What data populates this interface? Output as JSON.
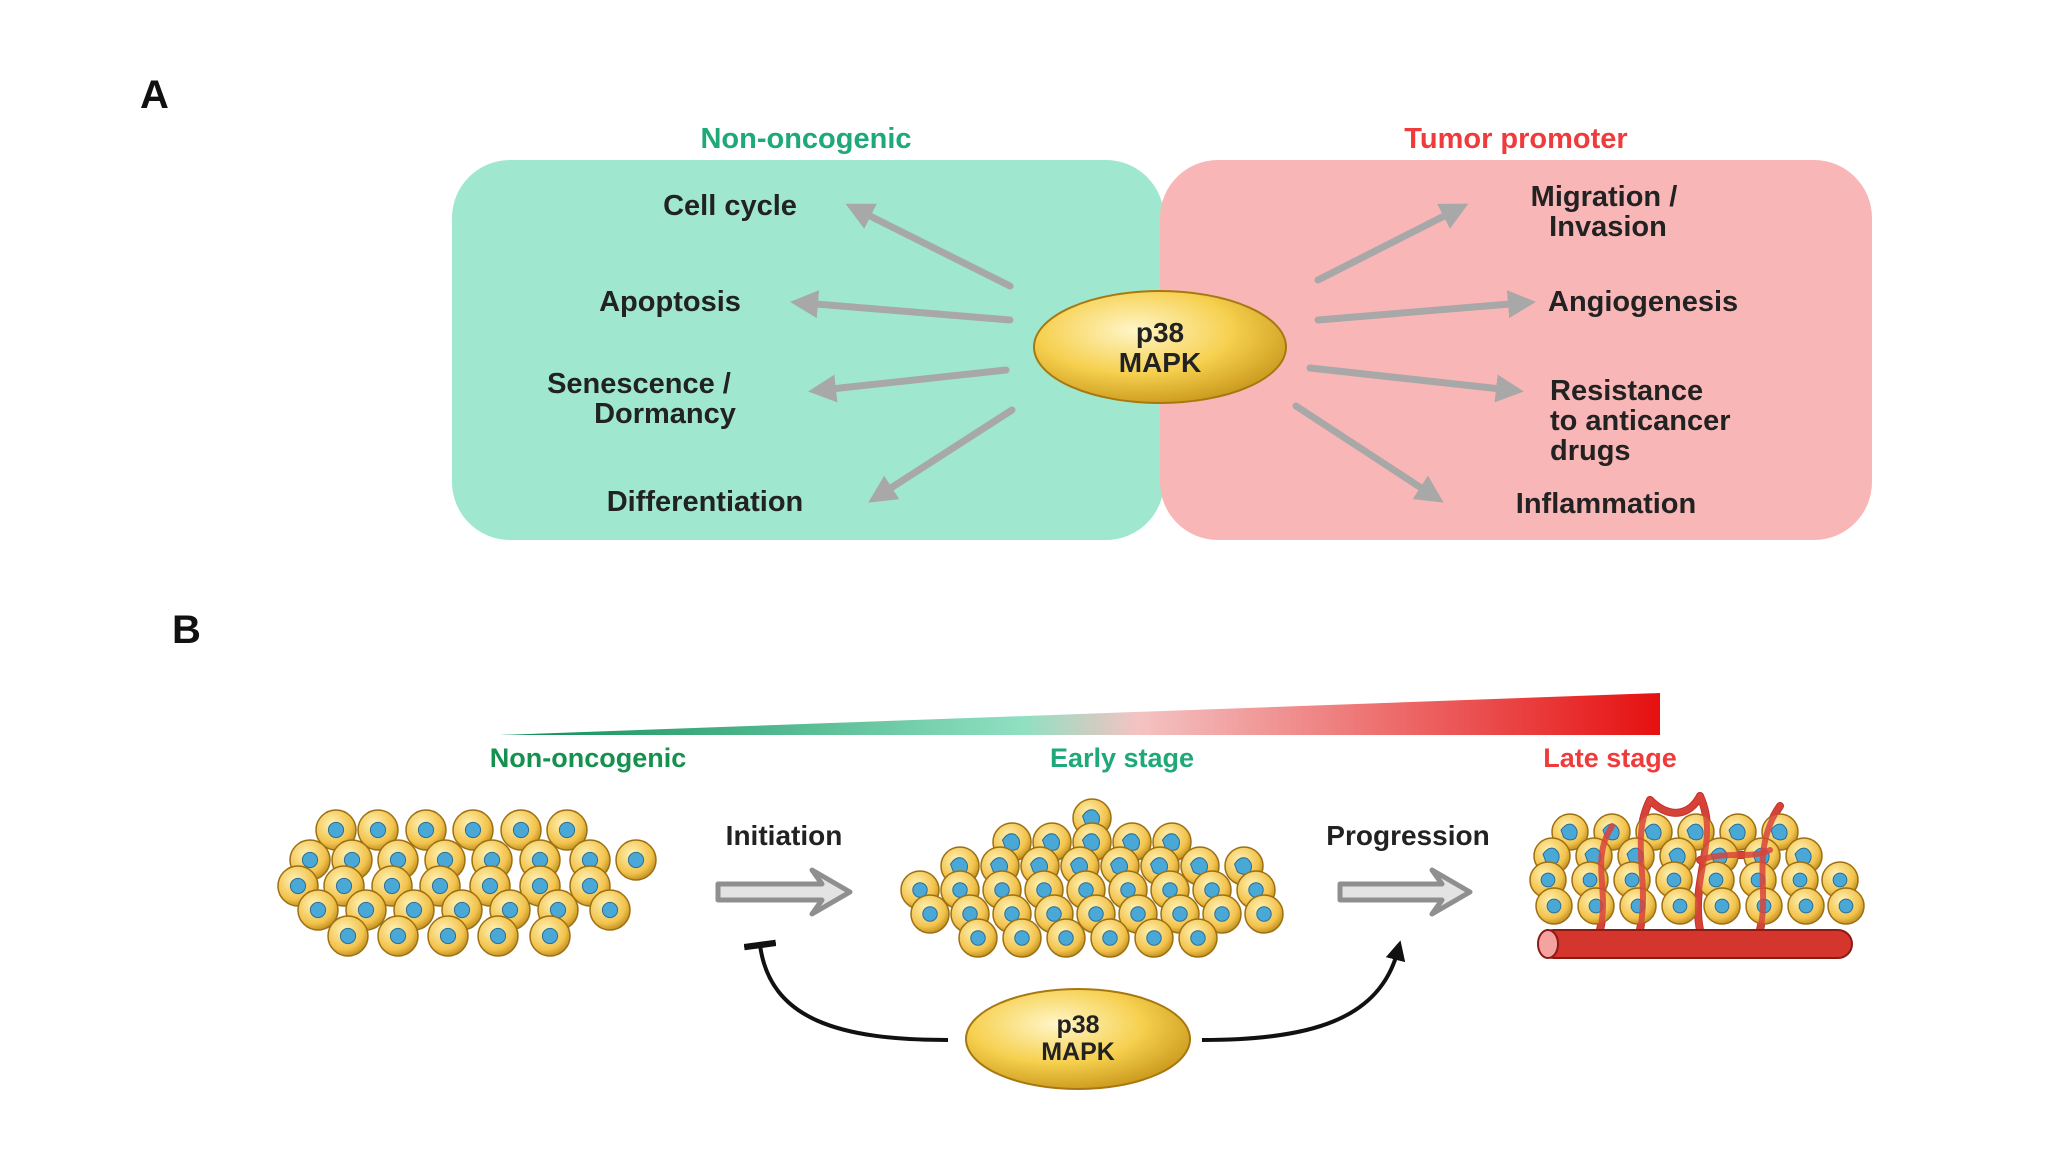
{
  "panelA": {
    "letter": "A",
    "left_title": "Non-oncogenic",
    "right_title": "Tumor promoter",
    "center": {
      "line1": "p38",
      "line2": "MAPK"
    },
    "left_items": [
      {
        "lines": [
          "Cell cycle"
        ]
      },
      {
        "lines": [
          "Apoptosis"
        ]
      },
      {
        "lines": [
          "Senescence /",
          "Dormancy"
        ]
      },
      {
        "lines": [
          "Differentiation"
        ]
      }
    ],
    "right_items": [
      {
        "lines": [
          "Migration /",
          "Invasion"
        ]
      },
      {
        "lines": [
          "Angiogenesis"
        ]
      },
      {
        "lines": [
          "Resistance",
          "to anticancer",
          "drugs"
        ]
      },
      {
        "lines": [
          "Inflammation"
        ]
      }
    ]
  },
  "panelB": {
    "letter": "B",
    "stage_labels": [
      "Non-oncogenic",
      "Early stage",
      "Late stage"
    ],
    "step_labels": [
      "Initiation",
      "Progression"
    ],
    "center": {
      "line1": "p38",
      "line2": "MAPK"
    }
  },
  "colors": {
    "green_box": "#9fe8cf",
    "red_box": "#f9b6b6",
    "green_text": "#1fa878",
    "red_text": "#ef3b3b",
    "arrow_gray": "#a8a8a8",
    "cell_outer": "#f3c04a",
    "cell_nucleus": "#49a8d6"
  }
}
